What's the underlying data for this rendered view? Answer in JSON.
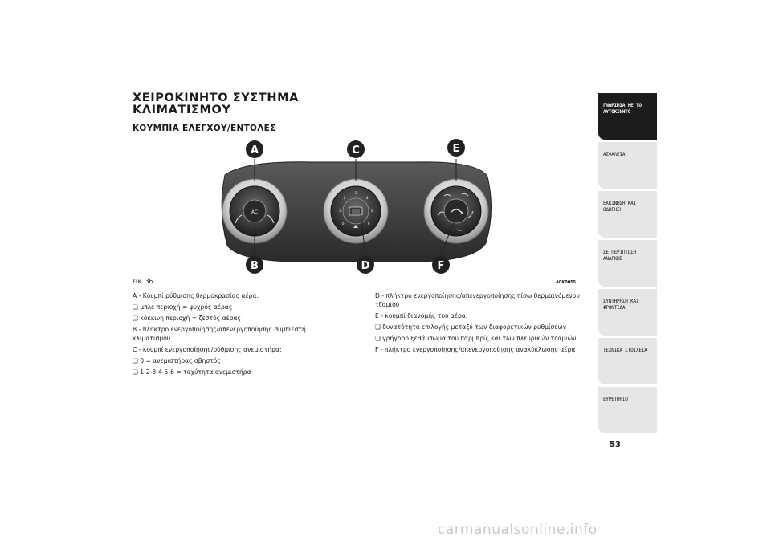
{
  "heading": {
    "title_line1": "ΧΕΙΡΟΚΙΝΗΤΟ ΣΥΣΤΗΜΑ",
    "title_line2": "ΚΛΙΜΑΤΙΣΜΟΥ",
    "subtitle": "ΚΟΥΜΠΙΑ ΕΛΕΓΧΟΥ/ΕΝΤΟΛΕΣ"
  },
  "figure": {
    "caption": "εικ. 36",
    "code": "A0K0055",
    "callouts": {
      "a": "A",
      "b": "B",
      "c": "C",
      "d": "D",
      "e": "E",
      "f": "F"
    },
    "ac_label": "AC",
    "fan_scale": [
      "0",
      "1",
      "2",
      "3",
      "4",
      "5",
      "6"
    ]
  },
  "left_column": {
    "a": "A - Κουμπί ρύθμισης θερμοκρασίας αέρα:",
    "a1": "μπλε περιοχή = ψυχρός αέρας",
    "a2": "κόκκινη περιοχή = ζεστός αέρας",
    "b": "B - πλήκτρο ενεργοποίησης/απενεργοποίησης συμπιεστή κλιματισμού",
    "c": "C - κουμπί ενεργοποίησης/ρύθμισης ανεμιστήρα:",
    "c1": "0 = ανεμιστήρας σβηστός",
    "c2": "1-2-3-4-5-6 = ταχύτητα ανεμιστήρα"
  },
  "right_column": {
    "d": "D - πλήκτρο ενεργοποίησης/απενεργοποίησης πίσω θερμαινόμενου τζαμιού",
    "e": "E - κουμπί διανομής του αέρα:",
    "e1": "δυνατότητα επιλογής μεταξύ των διαφορετικών ρυθμίσεων",
    "e2": "γρήγορο ξεθάμπωμα του παρμπρίζ και των πλευρικών τζαμιών",
    "f": "F - πλήκτρο ενεργοποίησης/απενεργοποίησης ανακύκλωσης αέρα"
  },
  "tabs": [
    "ΓΝΩΡΙΜΙΑ ΜΕ ΤΟ ΑΥΤΟΚΙΝΗΤΟ",
    "ΑΣΦΑΛΕΙΑ",
    "ΕΚΚΙΝΗΣΗ ΚΑΙ ΟΔΗΓΗΣΗ",
    "ΣΕ ΠΕΡΙΠΤΩΣΗ ΑΝΑΓΚΗΣ",
    "ΣΥΝΤΗΡΗΣΗ ΚΑΙ ΦΡΟΝΤΙΔΑ",
    "ΤΕΧΝΙΚΑ ΣΤΟΙΧΕΙΑ",
    "ΕΥΡΕΤΗΡΙΟ"
  ],
  "page_number": "53",
  "watermark": "carmanualsonline.info",
  "colors": {
    "callout": "#222222",
    "panel": "#3a3a3a",
    "active_tab": "#1c1c1c",
    "tab": "#e6e6e6"
  }
}
